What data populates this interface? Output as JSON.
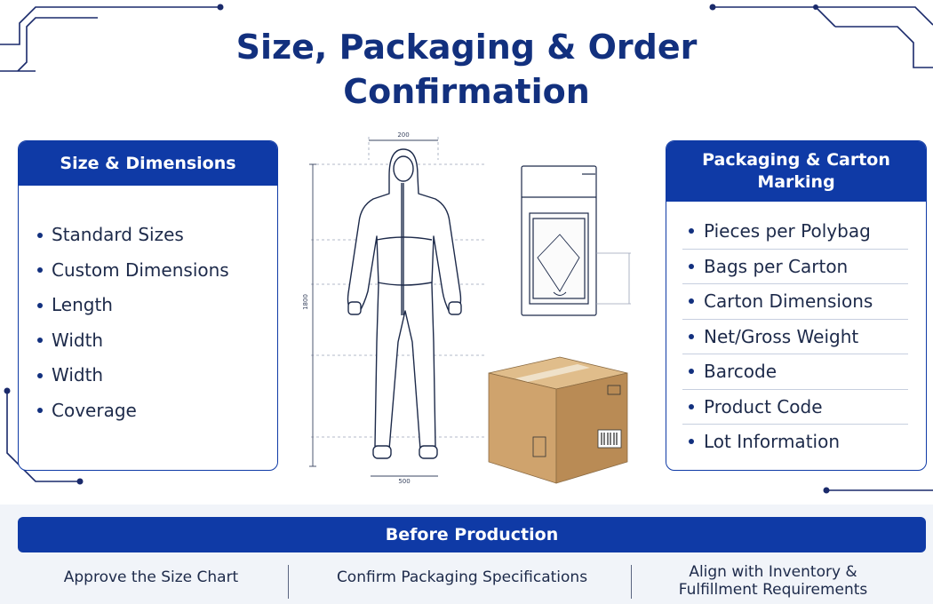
{
  "title": {
    "line1": "Size, Packaging & Order",
    "line2": "Confirmation"
  },
  "left_card": {
    "heading": "Size & Dimensions",
    "items": [
      "Standard Sizes",
      "Custom Dimensions",
      "Length",
      "Width",
      "Width",
      "Coverage"
    ]
  },
  "right_card": {
    "heading_line1": "Packaging & Carton",
    "heading_line2": "Marking",
    "items": [
      "Pieces per Polybag",
      "Bags per Carton",
      "Carton Dimensions",
      "Net/Gross Weight",
      "Barcode",
      "Product Code",
      "Lot Information"
    ]
  },
  "bottom": {
    "heading": "Before Production",
    "steps": [
      "Approve the Size Chart",
      "Confirm Packaging Specifications",
      "Align with Inventory &",
      "Fulfillment Requirements"
    ]
  },
  "illustration": {
    "dim_top": "200",
    "dim_bottom": "500",
    "dim_side": "1800"
  },
  "colors": {
    "brand_blue": "#0f3aa6",
    "title_navy": "#12307e"
  }
}
